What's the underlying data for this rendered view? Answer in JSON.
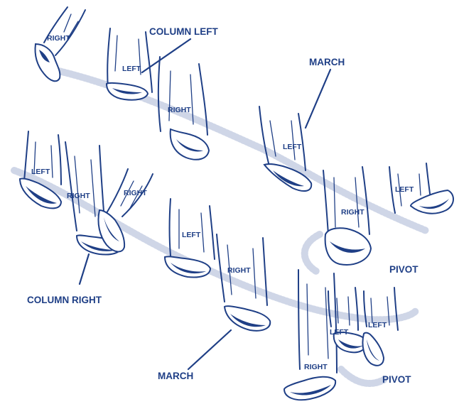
{
  "figure": {
    "callouts": {
      "column_left": "COLUMN LEFT",
      "march_top": "MARCH",
      "pivot_top": "PIVOT",
      "column_right": "COLUMN RIGHT",
      "march_bottom": "MARCH",
      "pivot_bottom": "PIVOT"
    },
    "foot_labels": {
      "l1": "RIGHT",
      "l2": "LEFT",
      "l3": "RIGHT",
      "l4": "LEFT",
      "l5": "LEFT",
      "l6": "RIGHT",
      "l7": "RIGHT",
      "l8": "LEFT",
      "l9": "RIGHT",
      "l10": "LEFT",
      "l11": "RIGHT",
      "l12": "RIGHT",
      "l13": "LEFT",
      "l14": "LEFT"
    },
    "colors": {
      "ink": "#1f3f86",
      "trail": "#a7b5d3",
      "background": "#ffffff"
    }
  }
}
